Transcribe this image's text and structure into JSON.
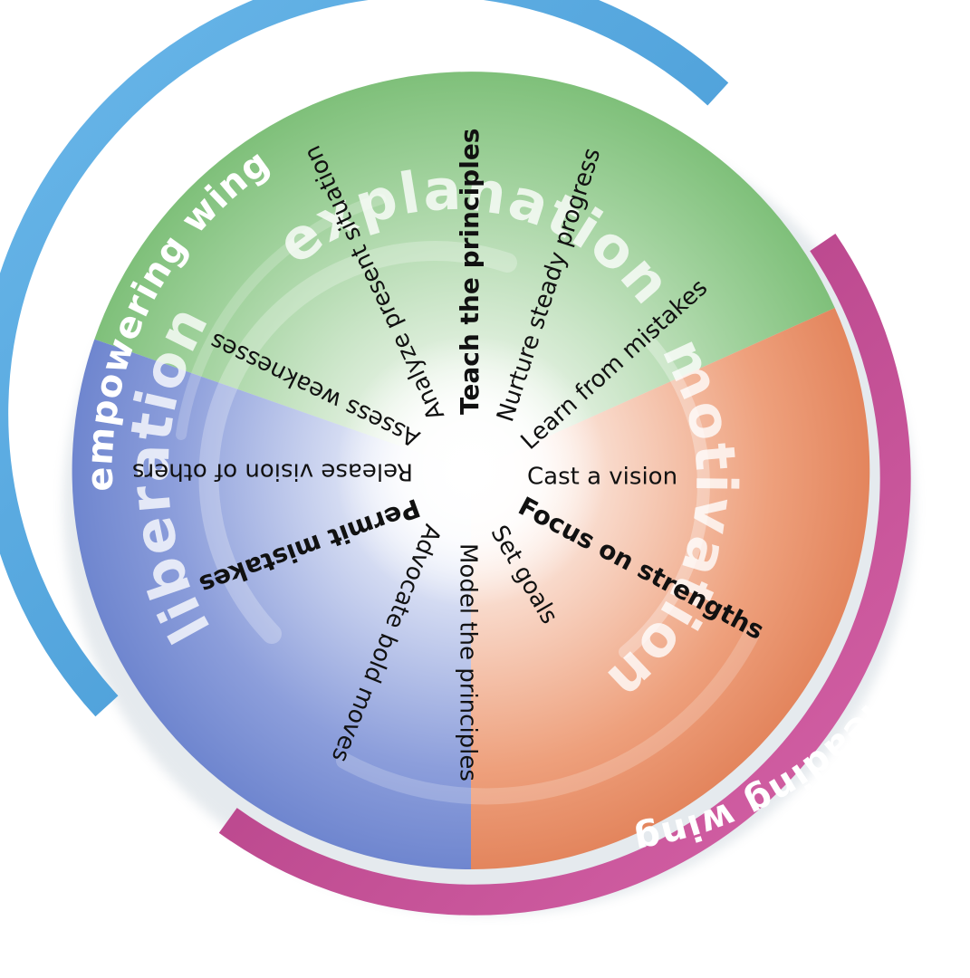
{
  "wings": {
    "empowering": "empowering wing",
    "leading": "leading wing"
  },
  "segments": {
    "explanation": "explanation",
    "motivation": "motivation",
    "liberation": "liberation"
  },
  "spokes": {
    "teach": "Teach the principles",
    "nurture": "Nurture steady progress",
    "learn": "Learn from mistakes",
    "cast": "Cast a vision",
    "focus": "Focus on strengths",
    "set_goals": "Set goals",
    "model": "Model the principles",
    "advocate": "Advocate bold moves",
    "permit": "Permit mistakes",
    "release": "Release vision of others",
    "assess": "Assess weaknesses",
    "analyze": "Analyze present situation"
  },
  "colors": {
    "explanation": "#8fc98a",
    "motivation": "#e9946d",
    "liberation": "#7f93d4",
    "empowering_wing": "#4da3dd",
    "leading_wing": "#c8519a"
  }
}
